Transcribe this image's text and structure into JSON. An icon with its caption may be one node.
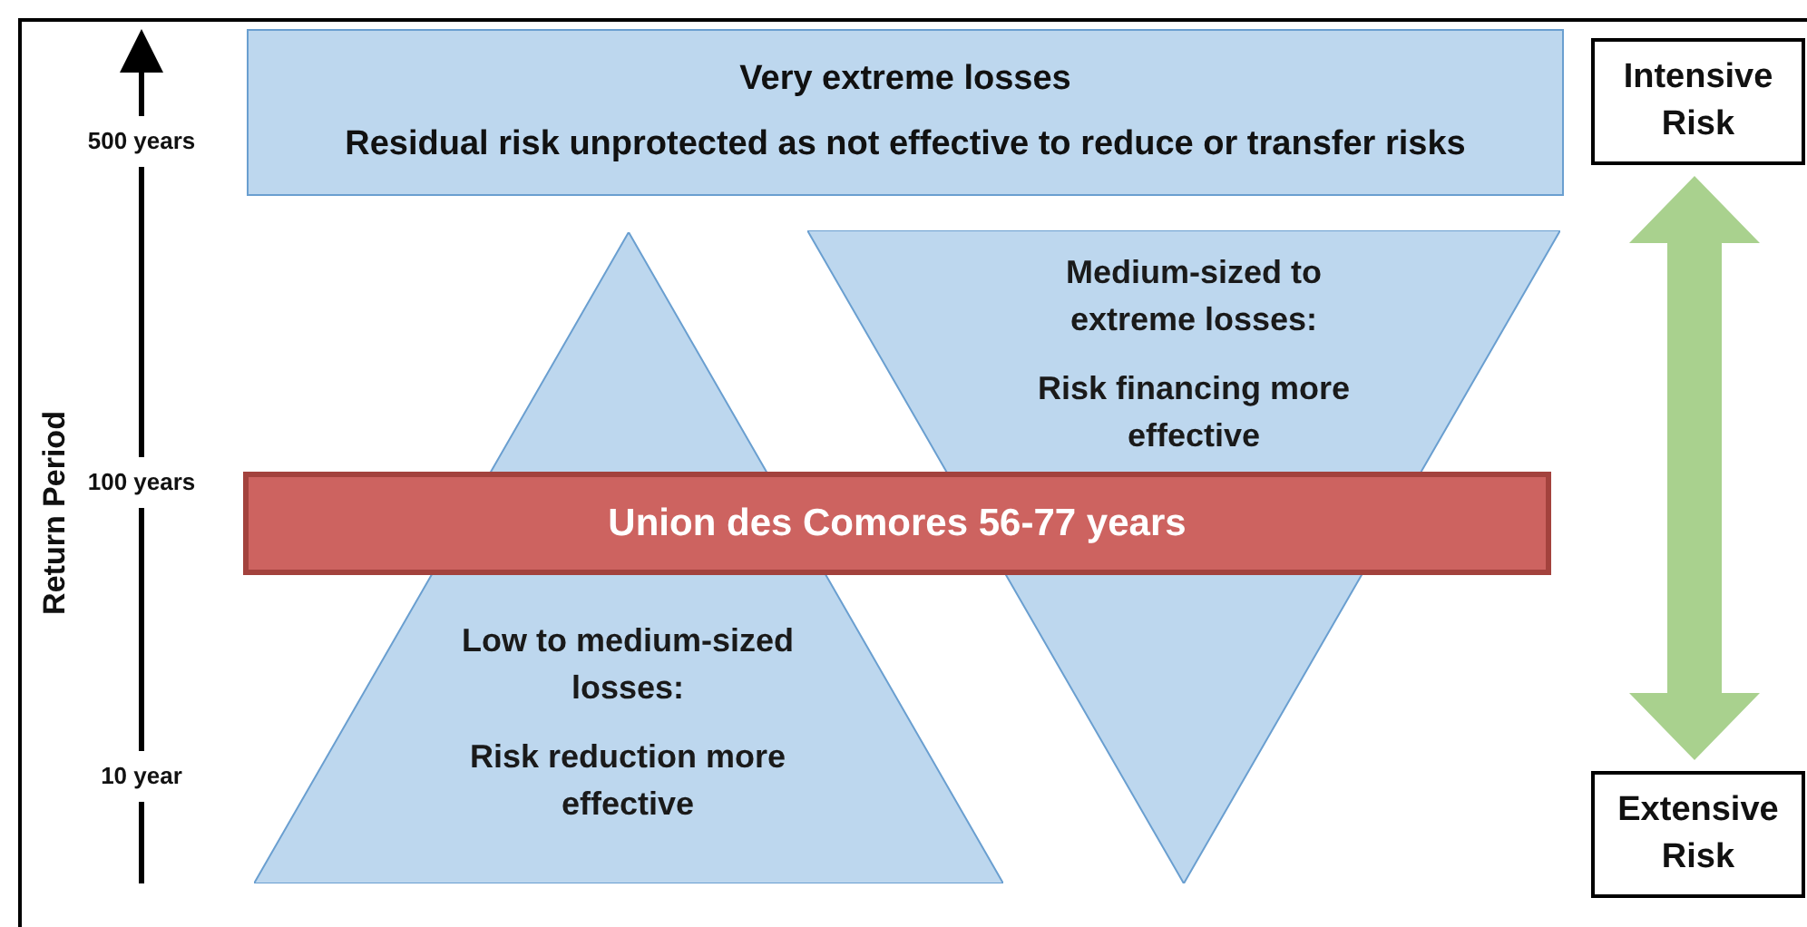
{
  "diagram": {
    "nodes": [
      {
        "text": [
          "Very extreme losses",
          "Residual risk unprotected as not effective to reduce or transfer risks"
        ]
      },
      {
        "text": [
          "Low to medium-sized losses:",
          "Risk reduction more effective"
        ]
      },
      {
        "text": [
          "Medium-sized to extreme losses:",
          "Risk financing more effective"
        ]
      },
      {
        "text": [
          "Union des Comores 56-77 years"
        ]
      },
      {
        "text": [
          "Intensive Risk"
        ]
      },
      {
        "text": [
          "Extensive Risk"
        ]
      }
    ],
    "edges": [
      {
        "from": 4,
        "to": 5,
        "arrow": "both",
        "style": "thick",
        "color": "#a9d18e"
      }
    ],
    "labels": [
      "500 years",
      "Return Period",
      "100 years",
      "10 year"
    ]
  }
}
